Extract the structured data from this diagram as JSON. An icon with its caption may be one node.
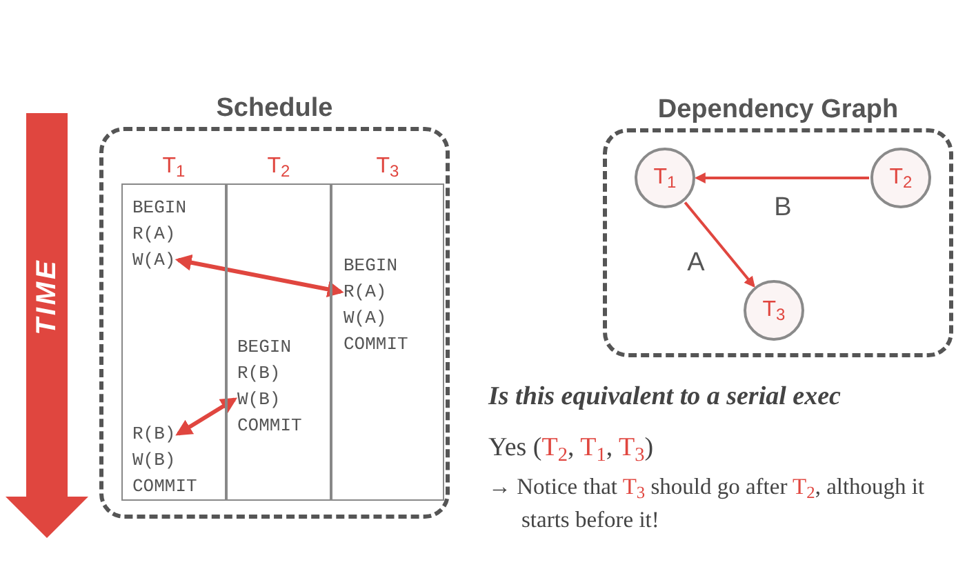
{
  "diagram": {
    "nodes": [
      {
        "text": [
          "Schedule"
        ]
      },
      {
        "text": [
          "T$_{1}$"
        ],
        "in": 0
      },
      {
        "text": [
          "T$_{2}$"
        ],
        "in": 0
      },
      {
        "text": [
          "T$_{3}$"
        ],
        "in": 0
      },
      {
        "text": [
          "BEGIN"
        ],
        "in": 1
      },
      {
        "text": [
          "R(A)"
        ],
        "in": 1
      },
      {
        "text": [
          "W(A)"
        ],
        "in": 1
      },
      {
        "text": [
          "R(B)"
        ],
        "in": 1
      },
      {
        "text": [
          "W(B)"
        ],
        "in": 1
      },
      {
        "text": [
          "COMMIT"
        ],
        "in": 1
      },
      {
        "text": [
          "BEGIN"
        ],
        "in": 2
      },
      {
        "text": [
          "R(B)"
        ],
        "in": 2
      },
      {
        "text": [
          "W(B)"
        ],
        "in": 2
      },
      {
        "text": [
          "COMMIT"
        ],
        "in": 2
      },
      {
        "text": [
          "BEGIN"
        ],
        "in": 3
      },
      {
        "text": [
          "R(A)"
        ],
        "in": 3
      },
      {
        "text": [
          "W(A)"
        ],
        "in": 3
      },
      {
        "text": [
          "COMMIT"
        ],
        "in": 3
      },
      {
        "text": [
          "Dependency Graph"
        ]
      },
      {
        "text": [
          "T$_{1}$"
        ],
        "in": 18
      },
      {
        "text": [
          "T$_{2}$"
        ],
        "in": 18
      },
      {
        "text": [
          "T$_{3}$"
        ],
        "in": 18
      }
    ],
    "edges": [
      {
        "from": 6,
        "to": 15,
        "arrow": "both"
      },
      {
        "from": 7,
        "to": 12,
        "arrow": "both"
      },
      {
        "from": 20,
        "to": 19,
        "arrow": "to",
        "label": "B"
      },
      {
        "from": 19,
        "to": 21,
        "arrow": "to",
        "label": "A"
      }
    ],
    "labels": [
      "TIME",
      "Is this equivalent to a serial exec",
      "Yes (T$_{2}$, T$_{1}$, T$_{3}$)",
      "→ Notice that T$_{3}$ should go after T$_{2}$, although it starts before it!"
    ]
  }
}
